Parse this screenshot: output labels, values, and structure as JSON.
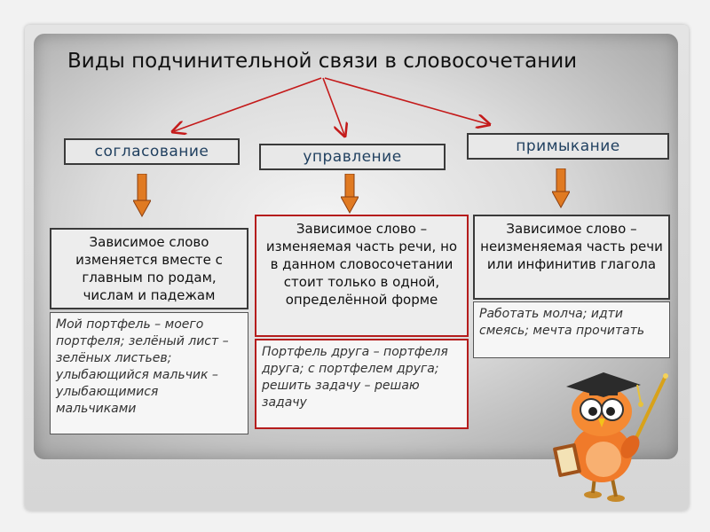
{
  "title": "Виды подчинительной связи в словосочетании",
  "colors": {
    "arrow_red": "#c41a1a",
    "arrow_orange": "#e07a22",
    "box_red_border": "#b51c1c"
  },
  "columns": [
    {
      "category": "согласование",
      "definition": "Зависимое слово изменяется вместе с главным по родам, числам и падежам",
      "examples": "Мой портфель – моего портфеля; зелёный лист – зелёных листьев; улыбающийся мальчик – улыбающимися мальчиками"
    },
    {
      "category": "управление",
      "definition": "Зависимое слово – изменяемая часть речи, но в данном словосочетании стоит только в одной, определённой форме",
      "examples": "Портфель друга – портфеля друга; с портфелем друга; решить задачу – решаю задачу"
    },
    {
      "category": "примыкание",
      "definition": "Зависимое слово – неизменяемая часть речи или инфинитив глагола",
      "examples": "Работать молча; идти смеясь; мечта прочитать"
    }
  ],
  "icons": [
    "down-arrow-icon",
    "owl-scholar-icon"
  ]
}
